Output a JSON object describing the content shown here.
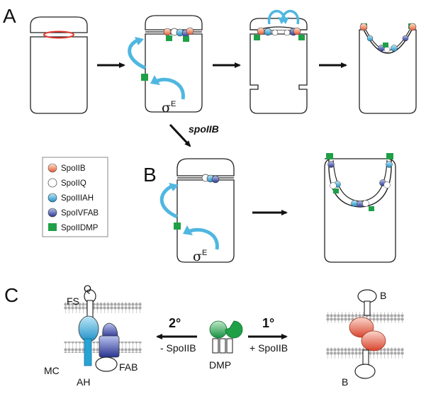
{
  "panels": {
    "a": "A",
    "b": "B",
    "c": "C"
  },
  "sigma": {
    "symbol": "σ",
    "superscript": "E"
  },
  "gene_label": "spoIIB",
  "legend": [
    {
      "label": "SpoIIB",
      "color": "#f08c6c",
      "icon": "half-orange-circle"
    },
    {
      "label": "SpoIIQ",
      "color": "#ffffff",
      "icon": "open-circle"
    },
    {
      "label": "SpoIIIAH",
      "color": "#27a3d6",
      "icon": "blue-circle"
    },
    {
      "label": "SpoIVFAB",
      "color": "#3f4fa8",
      "icon": "indigo-circle"
    },
    {
      "label": "SpoIIDMP",
      "color": "#1fa047",
      "icon": "green-square"
    }
  ],
  "panel_c": {
    "left_arrow_label": "2°",
    "left_arrow_sub": "- SpoIIB",
    "right_arrow_label": "1°",
    "right_arrow_sub": "+ SpoIIB",
    "left_labels": {
      "fs": "FS",
      "q": "Q",
      "mc": "MC",
      "ah": "AH",
      "fab": "FAB"
    },
    "center_label": "DMP",
    "right_labels": {
      "b_top": "B",
      "b_bottom": "B"
    }
  },
  "colors": {
    "arrow_blue": "#4fb7e0",
    "membrane": "#9a9a9a",
    "spoIIDMP": "#1fa047",
    "spoIIB_orange": "#f08c6c",
    "spoIIIAH": "#27a3d6",
    "spoIVFAB": "#3f4fa8",
    "sep_red": "#e23b2e"
  }
}
